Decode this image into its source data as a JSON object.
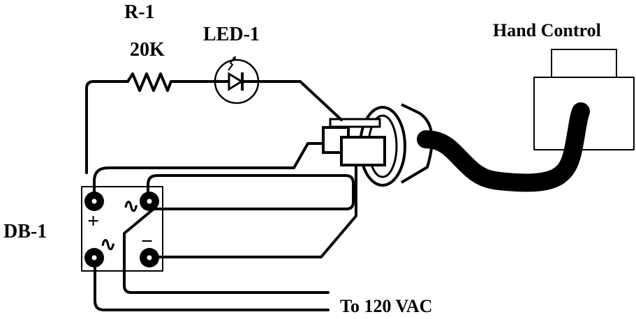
{
  "labels": {
    "resistor_id": "R-1",
    "resistor_value": "20K",
    "led_id": "LED-1",
    "hand_control": "Hand Control",
    "bridge_id": "DB-1",
    "supply": "To 120 VAC",
    "plus": "+",
    "minus": "−",
    "ac_top": "∿",
    "ac_bottom": "∿"
  },
  "colors": {
    "ink": "#000000",
    "background": "#ffffff"
  }
}
